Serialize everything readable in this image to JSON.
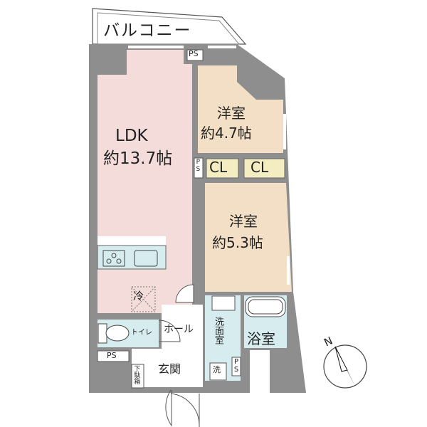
{
  "plan": {
    "balcony": "バルコニー",
    "ldk": {
      "name": "LDK",
      "size": "約13.7帖"
    },
    "western_room_1": {
      "name": "洋室",
      "size": "約4.7帖"
    },
    "western_room_2": {
      "name": "洋室",
      "size": "約5.3帖"
    },
    "closets": [
      "CL",
      "CL"
    ],
    "ps_labels": [
      "PS",
      "PS",
      "PS",
      "PS"
    ],
    "toilet": "トイレ",
    "hall": "ホール",
    "entrance": "玄関",
    "shoe_box": "下駄箱",
    "washroom": "洗面室",
    "washer": "洗",
    "bathroom": "浴室",
    "fridge": "冷",
    "compass": "N"
  },
  "colors": {
    "ldk": "#f3dcd9",
    "western": "#f2dfc5",
    "closet": "#f3edc1",
    "wet": "#d6ecef",
    "wall": "#8e8e8e"
  }
}
